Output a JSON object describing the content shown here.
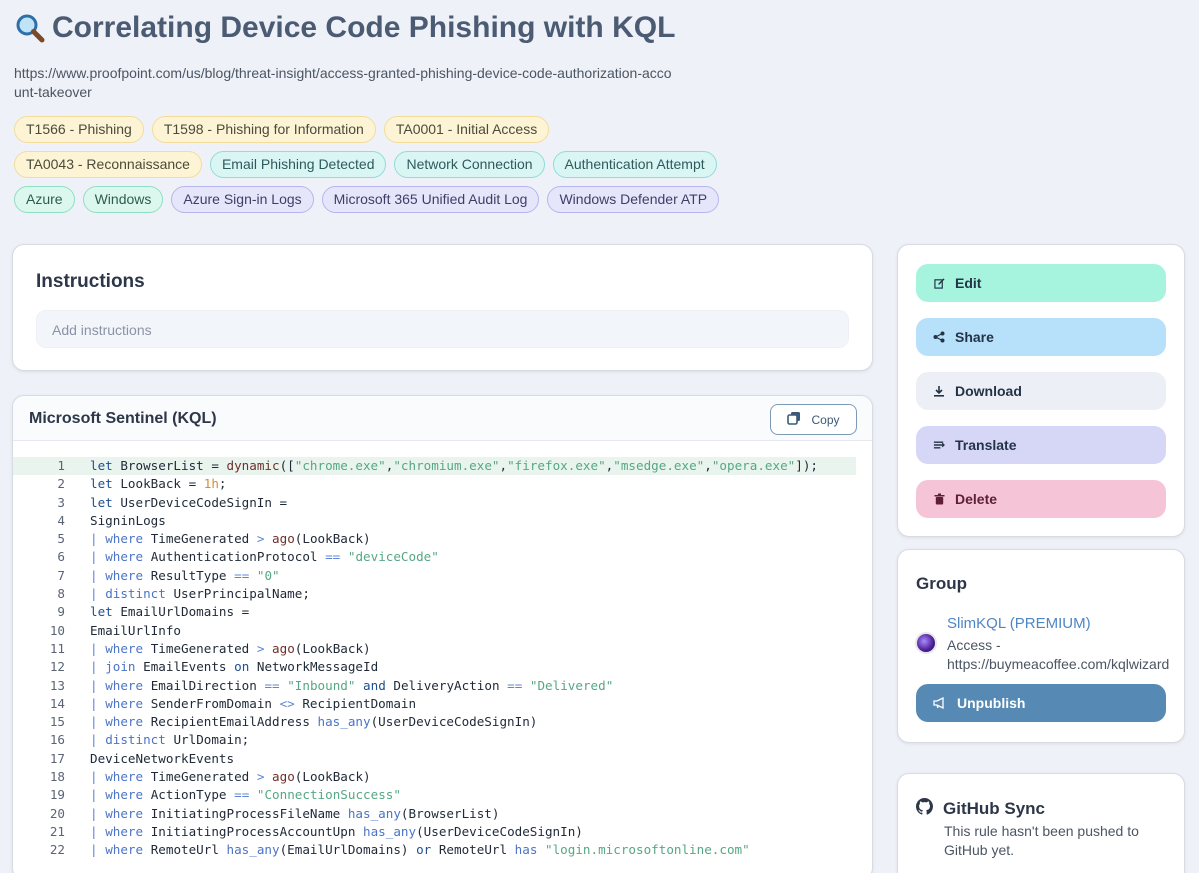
{
  "header": {
    "title": "Correlating Device Code Phishing with KQL",
    "url": "https://www.proofpoint.com/us/blog/threat-insight/access-granted-phishing-device-code-authorization-account-takeover"
  },
  "tags": {
    "row1": [
      "T1566 - Phishing",
      "T1598 - Phishing for Information",
      "TA0001 - Initial Access"
    ],
    "row2": [
      "TA0043 - Reconnaissance",
      "Email Phishing Detected",
      "Network Connection",
      "Authentication Attempt"
    ],
    "row3": [
      "Azure",
      "Windows",
      "Azure Sign-in Logs",
      "Microsoft 365 Unified Audit Log",
      "Windows Defender ATP"
    ]
  },
  "instructions": {
    "title": "Instructions",
    "placeholder": "Add instructions"
  },
  "code": {
    "language": "Microsoft Sentinel (KQL)",
    "copy_label": "Copy",
    "line_numbers": [
      "1",
      "2",
      "3",
      "4",
      "5",
      "6",
      "7",
      "8",
      "9",
      "10",
      "11",
      "12",
      "13",
      "14",
      "15",
      "16",
      "17",
      "18",
      "19",
      "20",
      "21",
      "22"
    ]
  },
  "actions": {
    "edit": "Edit",
    "share": "Share",
    "download": "Download",
    "translate": "Translate",
    "delete": "Delete"
  },
  "group": {
    "title": "Group",
    "name": "SlimKQL (PREMIUM)",
    "description": "Access - https://buymeacoffee.com/kqlwizard",
    "unpublish": "Unpublish"
  },
  "github": {
    "title": "GitHub Sync",
    "status": "This rule hasn't been pushed to GitHub yet."
  },
  "colors": {
    "edit": "#a6f3de",
    "share": "#b7e0fb",
    "download": "#eceff5",
    "translate": "#d6d6f7",
    "delete": "#f5c4d7",
    "unpublish": "#5689b3"
  }
}
